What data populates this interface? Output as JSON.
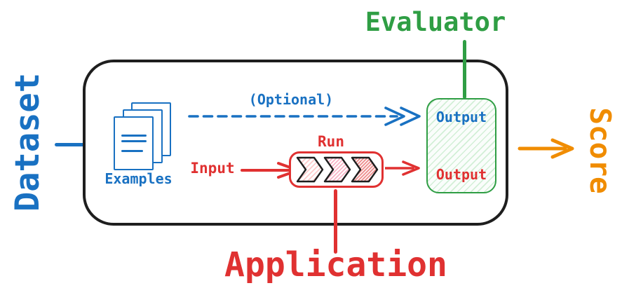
{
  "labels": {
    "dataset": "Dataset",
    "examples": "Examples",
    "optional": "(Optional)",
    "input": "Input",
    "run": "Run",
    "output_top": "Output",
    "output_bottom": "Output",
    "evaluator": "Evaluator",
    "application": "Application",
    "score": "Score"
  },
  "colors": {
    "blue": "#1971c2",
    "red": "#e03131",
    "green": "#2f9e44",
    "orange": "#f08c00",
    "outline_black": "#1e1e1e"
  }
}
